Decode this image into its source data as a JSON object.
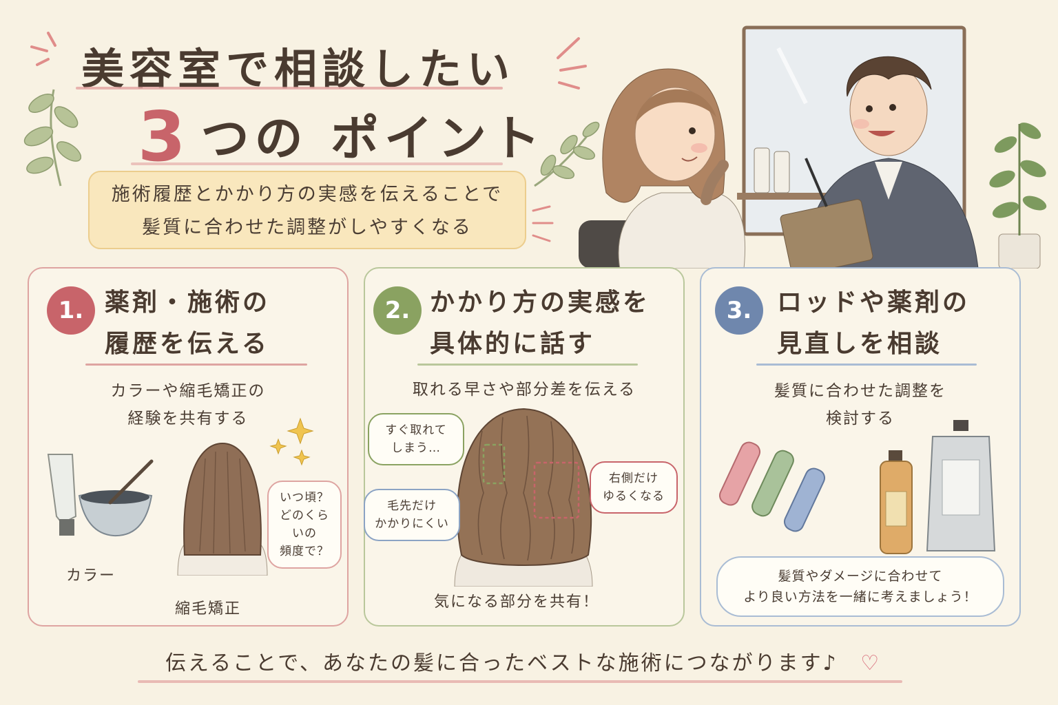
{
  "title": {
    "line1": "美容室で相談したい",
    "number": "3",
    "line2_rest": "つの ポイント"
  },
  "lead": {
    "line1": "施術履歴とかかり方の実感を伝えることで",
    "line2": "髪質に合わせた調整がしやすくなる"
  },
  "cards": [
    {
      "number": "1.",
      "heading_line1": "薬剤・施術の",
      "heading_line2": "履歴を伝える",
      "sub_line1": "カラーや縮毛矯正の",
      "sub_line2": "経験を共有する",
      "item_left": "カラー",
      "item_right": "縮毛矯正",
      "bubble_line1": "いつ頃？",
      "bubble_line2": "どのくらいの",
      "bubble_line3": "頻度で？",
      "accent_color": "#c8646a"
    },
    {
      "number": "2.",
      "heading_line1": "かかり方の実感を",
      "heading_line2": "具体的に話す",
      "sub_line1": "取れる早さや部分差を伝える",
      "bubble_top_line1": "すぐ取れて",
      "bubble_top_line2": "しまう…",
      "bubble_left_line1": "毛先だけ",
      "bubble_left_line2": "かかりにくい",
      "bubble_right_line1": "右側だけ",
      "bubble_right_line2": "ゆるくなる",
      "caption": "気になる部分を共有！",
      "accent_color": "#8aa261"
    },
    {
      "number": "3.",
      "heading_line1": "ロッドや薬剤の",
      "heading_line2": "見直しを相談",
      "sub_line1": "髪質に合わせた調整を",
      "sub_line2": "検討する",
      "cloud_line1": "髪質やダメージに合わせて",
      "cloud_line2": "より良い方法を一緒に考えましょう！",
      "accent_color": "#6f87ad"
    }
  ],
  "footer": {
    "text": "伝えることで、あなたの髪に合ったベストな施術につながります♪",
    "heart": "♡"
  },
  "icons": [
    "leaf-sprig-icon",
    "sparkle-icon",
    "heart-icon",
    "hair-rod-icon",
    "bottle-icon"
  ]
}
